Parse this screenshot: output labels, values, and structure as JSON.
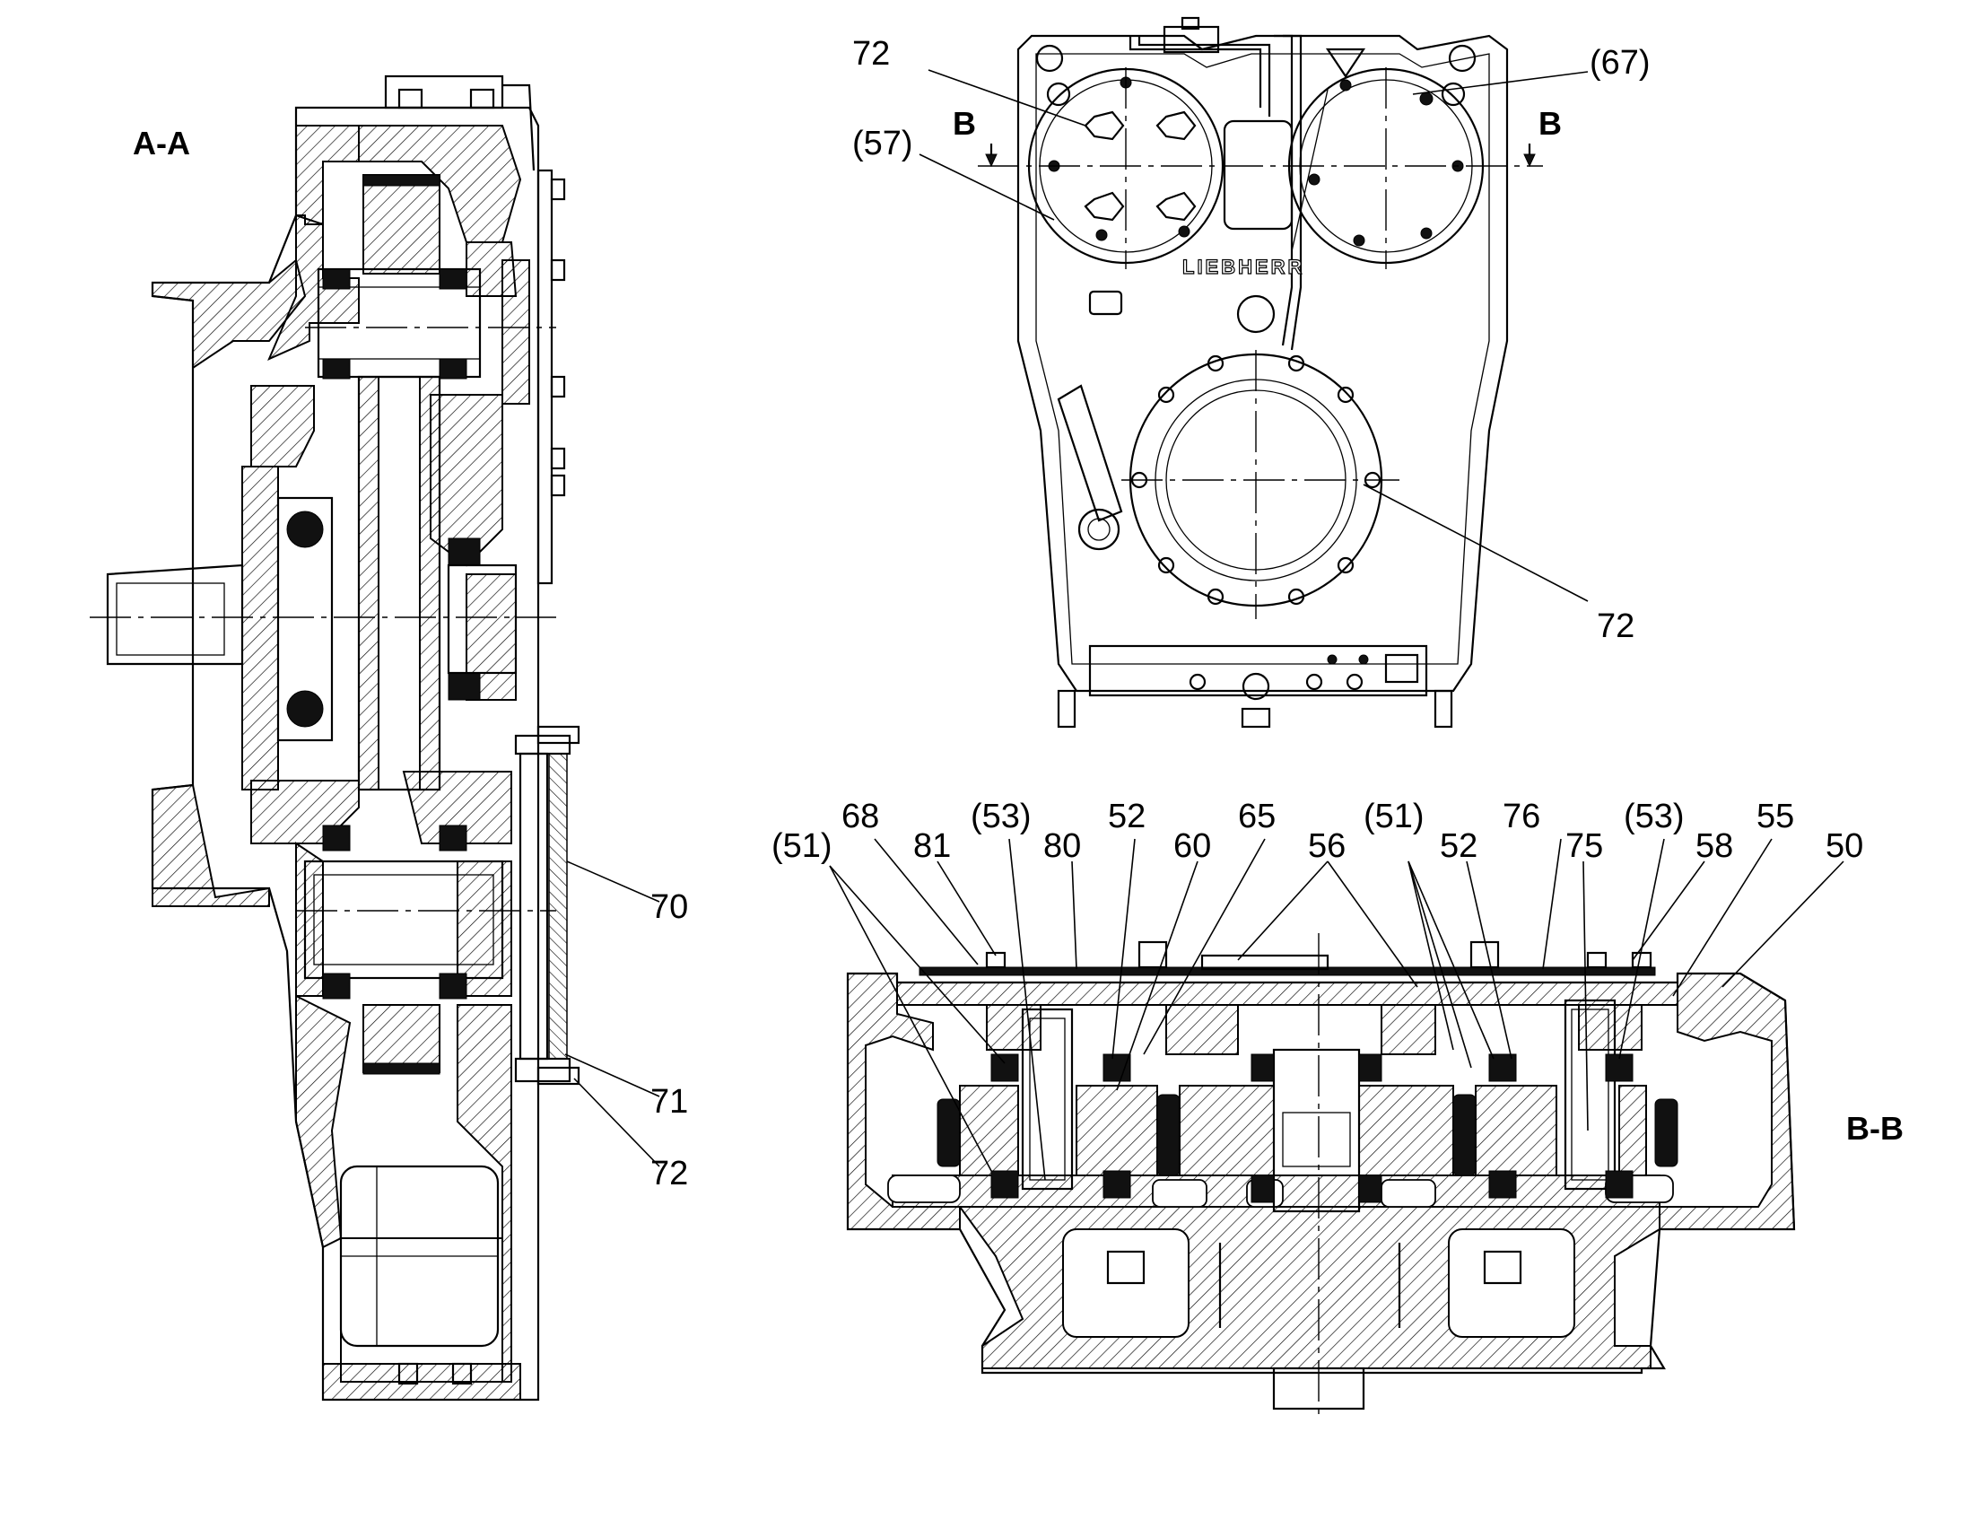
{
  "views": {
    "section_aa": "A-A",
    "section_bb": "B-B",
    "cut_marker_left": "B",
    "cut_marker_right": "B",
    "brand": "LIEBHERR"
  },
  "labels_aa": [
    "70",
    "71",
    "72"
  ],
  "labels_top": [
    "72",
    "(57)",
    "(67)",
    "72"
  ],
  "labels_bb": [
    "(51)",
    "68",
    "81",
    "(53)",
    "80",
    "52",
    "60",
    "65",
    "56",
    "(51)",
    "52",
    "76",
    "75",
    "(53)",
    "58",
    "55",
    "50"
  ]
}
